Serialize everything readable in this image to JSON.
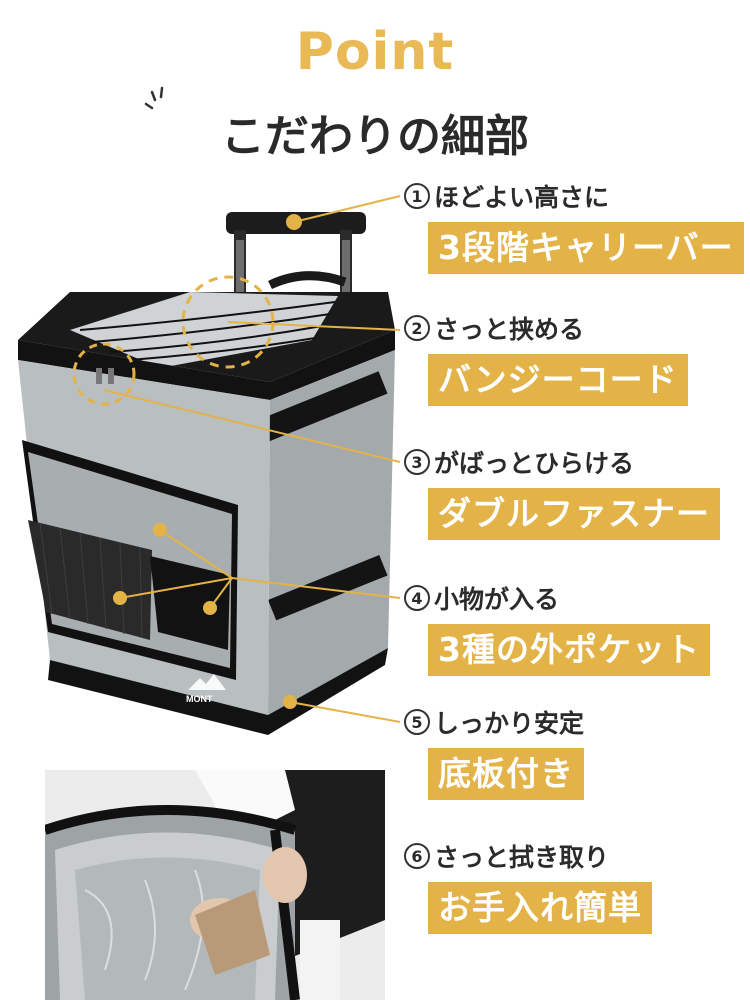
{
  "header": {
    "point": "Point",
    "title": "こだわりの細部"
  },
  "features": [
    {
      "num": "1",
      "caption": "ほどよい高さに",
      "tag": "3段階キャリーバー"
    },
    {
      "num": "2",
      "caption": "さっと挟める",
      "tag": "バンジーコード"
    },
    {
      "num": "3",
      "caption": "がばっとひらける",
      "tag": "ダブルファスナー"
    },
    {
      "num": "4",
      "caption": "小物が入る",
      "tag": "3種の外ポケット"
    },
    {
      "num": "5",
      "caption": "しっかり安定",
      "tag": "底板付き"
    },
    {
      "num": "6",
      "caption": "さっと拭き取り",
      "tag": "お手入れ簡単"
    }
  ],
  "product": {
    "logo": "MONT"
  },
  "colors": {
    "accent": "#e3b347",
    "point": "#e8b955",
    "text": "#2b2b2b"
  }
}
